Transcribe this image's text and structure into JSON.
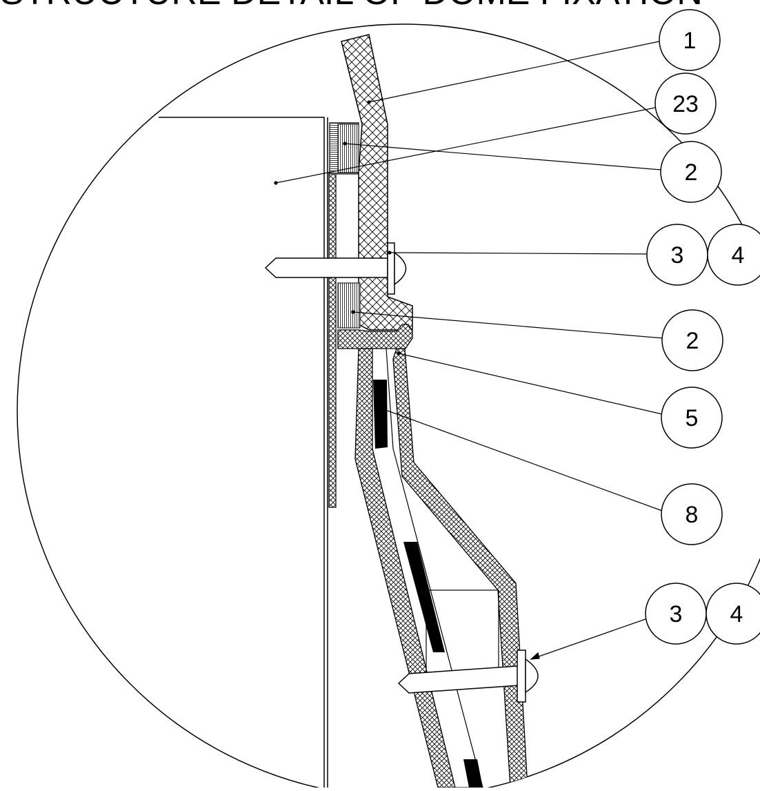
{
  "drawing": {
    "title": "STRUCTURE DETAIL OF DOME FIXATION",
    "balloons": {
      "b1": "1",
      "b23": "23",
      "b2_upper": "2",
      "b3_upper": "3",
      "b4_upper": "4",
      "b2_lower": "2",
      "b5": "5",
      "b8": "8",
      "b3_lower": "3",
      "b4_lower": "4"
    }
  },
  "colors": {
    "line": "#000000",
    "background": "#ffffff",
    "hatch": "#000000"
  }
}
